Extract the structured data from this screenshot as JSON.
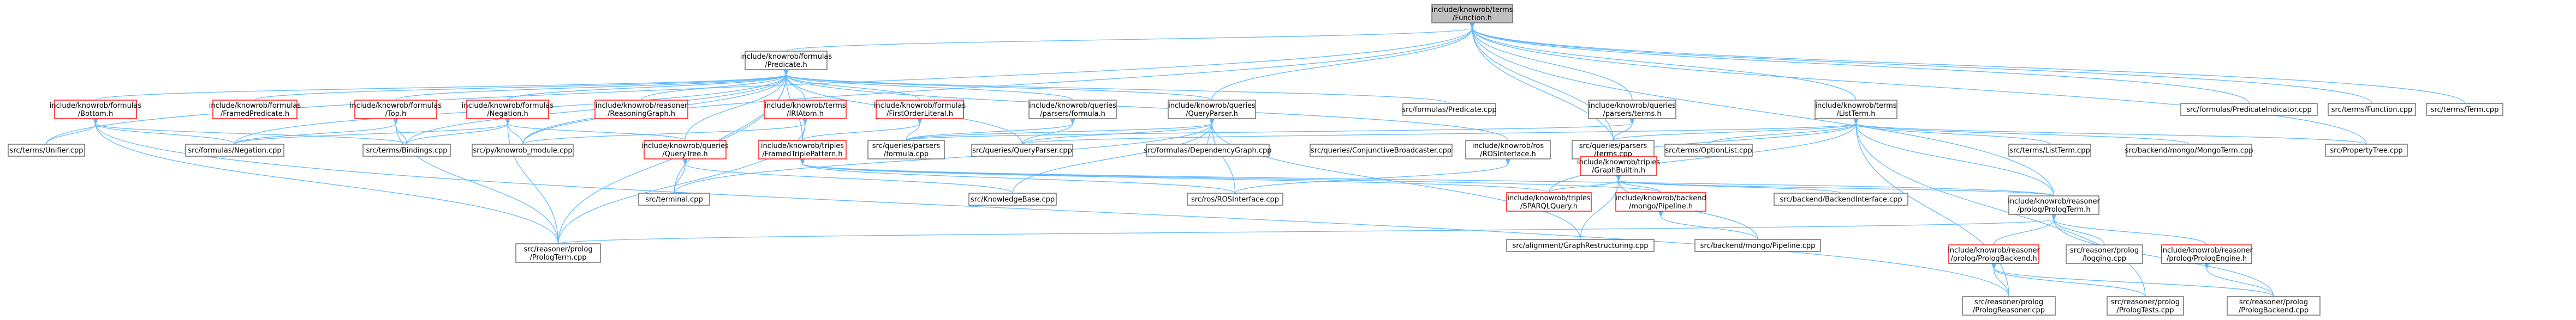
{
  "diagram": {
    "root_label": "include/knowrob/terms/Function.h",
    "nodes": [
      {
        "id": "function_h",
        "lines": [
          "include/knowrob/terms",
          "/Function.h"
        ],
        "style": "root"
      },
      {
        "id": "predicate_h",
        "lines": [
          "include/knowrob/formulas",
          "/Predicate.h"
        ],
        "style": "normal"
      },
      {
        "id": "bottom_h",
        "lines": [
          "include/knowrob/formulas",
          "/Bottom.h"
        ],
        "style": "red"
      },
      {
        "id": "framedpredicate_h",
        "lines": [
          "include/knowrob/formulas",
          "/FramedPredicate.h"
        ],
        "style": "red"
      },
      {
        "id": "top_h",
        "lines": [
          "include/knowrob/formulas",
          "/Top.h"
        ],
        "style": "red"
      },
      {
        "id": "negation_h",
        "lines": [
          "include/knowrob/formulas",
          "/Negation.h"
        ],
        "style": "red"
      },
      {
        "id": "reasoninggraph_h",
        "lines": [
          "include/knowrob/reasoner",
          "/ReasoningGraph.h"
        ],
        "style": "red"
      },
      {
        "id": "iri_atom_h",
        "lines": [
          "include/knowrob/terms",
          "/IRIAtom.h"
        ],
        "style": "red"
      },
      {
        "id": "firstorderliteral_h",
        "lines": [
          "include/knowrob/formulas",
          "/FirstOrderLiteral.h"
        ],
        "style": "red"
      },
      {
        "id": "parsers_formula_h",
        "lines": [
          "include/knowrob/queries",
          "/parsers/formula.h"
        ],
        "style": "normal"
      },
      {
        "id": "queryparser_h",
        "lines": [
          "include/knowrob/queries",
          "/QueryParser.h"
        ],
        "style": "normal"
      },
      {
        "id": "formulas_predicate_cpp",
        "lines": [
          "src/formulas/Predicate.cpp"
        ],
        "style": "normal"
      },
      {
        "id": "parsers_terms_h",
        "lines": [
          "include/knowrob/queries",
          "/parsers/terms.h"
        ],
        "style": "normal"
      },
      {
        "id": "listterm_h",
        "lines": [
          "include/knowrob/terms",
          "/ListTerm.h"
        ],
        "style": "normal"
      },
      {
        "id": "predicateindicator_cpp",
        "lines": [
          "src/formulas/PredicateIndicator.cpp"
        ],
        "style": "normal"
      },
      {
        "id": "terms_function_cpp",
        "lines": [
          "src/terms/Function.cpp"
        ],
        "style": "normal"
      },
      {
        "id": "terms_term_cpp",
        "lines": [
          "src/terms/Term.cpp"
        ],
        "style": "normal"
      },
      {
        "id": "terms_unifier_cpp",
        "lines": [
          "src/terms/Unifier.cpp"
        ],
        "style": "normal"
      },
      {
        "id": "formulas_negation_cpp",
        "lines": [
          "src/formulas/Negation.cpp"
        ],
        "style": "normal"
      },
      {
        "id": "terms_bindings_cpp",
        "lines": [
          "src/terms/Bindings.cpp"
        ],
        "style": "normal"
      },
      {
        "id": "py_knowrob_module_cpp",
        "lines": [
          "src/py/knowrob_module.cpp"
        ],
        "style": "normal"
      },
      {
        "id": "querytree_h",
        "lines": [
          "include/knowrob/queries",
          "/QueryTree.h"
        ],
        "style": "red"
      },
      {
        "id": "framedtriplepattern_h",
        "lines": [
          "include/knowrob/triples",
          "/FramedTriplePattern.h"
        ],
        "style": "red"
      },
      {
        "id": "queries_parsers_formula_cpp",
        "lines": [
          "src/queries/parsers",
          "/formula.cpp"
        ],
        "style": "normal"
      },
      {
        "id": "queries_queryparser_cpp",
        "lines": [
          "src/queries/QueryParser.cpp"
        ],
        "style": "normal"
      },
      {
        "id": "formulas_dependencygraph_cpp",
        "lines": [
          "src/formulas/DependencyGraph.cpp"
        ],
        "style": "normal"
      },
      {
        "id": "conjunctivebroadcaster_cpp",
        "lines": [
          "src/queries/ConjunctiveBroadcaster.cpp"
        ],
        "style": "normal"
      },
      {
        "id": "rosinterface_h",
        "lines": [
          "include/knowrob/ros",
          "/ROSInterface.h"
        ],
        "style": "normal"
      },
      {
        "id": "queries_parsers_terms_cpp",
        "lines": [
          "src/queries/parsers",
          "/terms.cpp"
        ],
        "style": "normal"
      },
      {
        "id": "terms_optionlist_cpp",
        "lines": [
          "src/terms/OptionList.cpp"
        ],
        "style": "normal"
      },
      {
        "id": "graphbuiltin_h",
        "lines": [
          "include/knowrob/triples",
          "/GraphBuiltin.h"
        ],
        "style": "red"
      },
      {
        "id": "terms_listterm_cpp",
        "lines": [
          "src/terms/ListTerm.cpp"
        ],
        "style": "normal"
      },
      {
        "id": "mongoterm_cpp",
        "lines": [
          "src/backend/mongo/MongoTerm.cpp"
        ],
        "style": "normal"
      },
      {
        "id": "propertytree_cpp",
        "lines": [
          "src/PropertyTree.cpp"
        ],
        "style": "normal"
      },
      {
        "id": "terminal_cpp",
        "lines": [
          "src/terminal.cpp"
        ],
        "style": "normal"
      },
      {
        "id": "knowledgebase_cpp",
        "lines": [
          "src/KnowledgeBase.cpp"
        ],
        "style": "normal"
      },
      {
        "id": "ros_rosinterface_cpp",
        "lines": [
          "src/ros/ROSInterface.cpp"
        ],
        "style": "normal"
      },
      {
        "id": "sparqlquery_h",
        "lines": [
          "include/knowrob/triples",
          "/SPARQLQuery.h"
        ],
        "style": "red"
      },
      {
        "id": "mongo_pipeline_h",
        "lines": [
          "include/knowrob/backend",
          "/mongo/Pipeline.h"
        ],
        "style": "red"
      },
      {
        "id": "backendinterface_cpp",
        "lines": [
          "src/backend/BackendInterface.cpp"
        ],
        "style": "normal"
      },
      {
        "id": "prologterm_h",
        "lines": [
          "include/knowrob/reasoner",
          "/prolog/PrologTerm.h"
        ],
        "style": "normal"
      },
      {
        "id": "graphrestructuring_cpp",
        "lines": [
          "src/alignment/GraphRestructuring.cpp"
        ],
        "style": "normal"
      },
      {
        "id": "mongo_pipeline_cpp",
        "lines": [
          "src/backend/mongo/Pipeline.cpp"
        ],
        "style": "normal"
      },
      {
        "id": "prologterm_cpp",
        "lines": [
          "src/reasoner/prolog",
          "/PrologTerm.cpp"
        ],
        "style": "normal"
      },
      {
        "id": "prologbackend_h",
        "lines": [
          "include/knowrob/reasoner",
          "/prolog/PrologBackend.h"
        ],
        "style": "red"
      },
      {
        "id": "prolog_logging_cpp",
        "lines": [
          "src/reasoner/prolog",
          "/logging.cpp"
        ],
        "style": "normal"
      },
      {
        "id": "prologengine_h",
        "lines": [
          "include/knowrob/reasoner",
          "/prolog/PrologEngine.h"
        ],
        "style": "red"
      },
      {
        "id": "prologreasoner_cpp",
        "lines": [
          "src/reasoner/prolog",
          "/PrologReasoner.cpp"
        ],
        "style": "normal"
      },
      {
        "id": "prologtests_cpp",
        "lines": [
          "src/reasoner/prolog",
          "/PrologTests.cpp"
        ],
        "style": "normal"
      },
      {
        "id": "prologbackend_cpp",
        "lines": [
          "src/reasoner/prolog",
          "/PrologBackend.cpp"
        ],
        "style": "normal"
      }
    ],
    "edges": [
      [
        "function_h",
        "predicate_h"
      ],
      [
        "function_h",
        "parsers_terms_h"
      ],
      [
        "function_h",
        "listterm_h"
      ],
      [
        "function_h",
        "predicateindicator_cpp"
      ],
      [
        "function_h",
        "terms_function_cpp"
      ],
      [
        "function_h",
        "terms_term_cpp"
      ],
      [
        "function_h",
        "terms_unifier_cpp"
      ],
      [
        "function_h",
        "queryparser_h"
      ],
      [
        "function_h",
        "graphbuiltin_h"
      ],
      [
        "function_h",
        "prologterm_h"
      ],
      [
        "function_h",
        "queries_parsers_terms_cpp"
      ],
      [
        "function_h",
        "propertytree_cpp"
      ],
      [
        "function_h",
        "py_knowrob_module_cpp"
      ],
      [
        "predicate_h",
        "bottom_h"
      ],
      [
        "predicate_h",
        "framedpredicate_h"
      ],
      [
        "predicate_h",
        "top_h"
      ],
      [
        "predicate_h",
        "negation_h"
      ],
      [
        "predicate_h",
        "reasoninggraph_h"
      ],
      [
        "predicate_h",
        "iri_atom_h"
      ],
      [
        "predicate_h",
        "firstorderliteral_h"
      ],
      [
        "predicate_h",
        "parsers_formula_h"
      ],
      [
        "predicate_h",
        "queryparser_h"
      ],
      [
        "predicate_h",
        "formulas_predicate_cpp"
      ],
      [
        "predicate_h",
        "terms_bindings_cpp"
      ],
      [
        "predicate_h",
        "py_knowrob_module_cpp"
      ],
      [
        "predicate_h",
        "formulas_negation_cpp"
      ],
      [
        "predicate_h",
        "querytree_h"
      ],
      [
        "predicate_h",
        "framedtriplepattern_h"
      ],
      [
        "predicate_h",
        "terminal_cpp"
      ],
      [
        "predicate_h",
        "prologterm_cpp"
      ],
      [
        "predicate_h",
        "queries_queryparser_cpp"
      ],
      [
        "predicate_h",
        "rosinterface_h"
      ],
      [
        "bottom_h",
        "terms_unifier_cpp"
      ],
      [
        "bottom_h",
        "formulas_negation_cpp"
      ],
      [
        "bottom_h",
        "terms_bindings_cpp"
      ],
      [
        "bottom_h",
        "prologterm_cpp"
      ],
      [
        "bottom_h",
        "prologreasoner_cpp"
      ],
      [
        "top_h",
        "formulas_negation_cpp"
      ],
      [
        "top_h",
        "terms_bindings_cpp"
      ],
      [
        "top_h",
        "prologterm_cpp"
      ],
      [
        "negation_h",
        "formulas_negation_cpp"
      ],
      [
        "negation_h",
        "py_knowrob_module_cpp"
      ],
      [
        "negation_h",
        "querytree_h"
      ],
      [
        "negation_h",
        "prologterm_cpp"
      ],
      [
        "negation_h",
        "terms_bindings_cpp"
      ],
      [
        "iri_atom_h",
        "py_knowrob_module_cpp"
      ],
      [
        "iri_atom_h",
        "framedtriplepattern_h"
      ],
      [
        "iri_atom_h",
        "prologterm_cpp"
      ],
      [
        "firstorderliteral_h",
        "framedtriplepattern_h"
      ],
      [
        "firstorderliteral_h",
        "queries_parsers_formula_cpp"
      ],
      [
        "parsers_formula_h",
        "queries_parsers_formula_cpp"
      ],
      [
        "parsers_formula_h",
        "queries_queryparser_cpp"
      ],
      [
        "queryparser_h",
        "queries_queryparser_cpp"
      ],
      [
        "queryparser_h",
        "formulas_dependencygraph_cpp"
      ],
      [
        "queryparser_h",
        "terminal_cpp"
      ],
      [
        "queryparser_h",
        "knowledgebase_cpp"
      ],
      [
        "queryparser_h",
        "ros_rosinterface_cpp"
      ],
      [
        "queryparser_h",
        "queries_parsers_formula_cpp"
      ],
      [
        "queryparser_h",
        "graphrestructuring_cpp"
      ],
      [
        "parsers_terms_h",
        "queries_parsers_terms_cpp"
      ],
      [
        "parsers_terms_h",
        "queries_parsers_formula_cpp"
      ],
      [
        "listterm_h",
        "terms_listterm_cpp"
      ],
      [
        "listterm_h",
        "mongoterm_cpp"
      ],
      [
        "listterm_h",
        "propertytree_cpp"
      ],
      [
        "listterm_h",
        "terms_optionlist_cpp"
      ],
      [
        "listterm_h",
        "graphbuiltin_h"
      ],
      [
        "listterm_h",
        "prologterm_h"
      ],
      [
        "listterm_h",
        "queries_parsers_terms_cpp"
      ],
      [
        "listterm_h",
        "prologreasoner_cpp"
      ],
      [
        "listterm_h",
        "prologtests_cpp"
      ],
      [
        "listterm_h",
        "sparqlquery_h"
      ],
      [
        "listterm_h",
        "queries_queryparser_cpp"
      ],
      [
        "querytree_h",
        "terminal_cpp"
      ],
      [
        "querytree_h",
        "knowledgebase_cpp"
      ],
      [
        "framedtriplepattern_h",
        "sparqlquery_h"
      ],
      [
        "framedtriplepattern_h",
        "mongo_pipeline_h"
      ],
      [
        "framedtriplepattern_h",
        "ros_rosinterface_cpp"
      ],
      [
        "framedtriplepattern_h",
        "prologterm_h"
      ],
      [
        "rosinterface_h",
        "ros_rosinterface_cpp"
      ],
      [
        "graphbuiltin_h",
        "sparqlquery_h"
      ],
      [
        "graphbuiltin_h",
        "mongo_pipeline_h"
      ],
      [
        "graphbuiltin_h",
        "backendinterface_cpp"
      ],
      [
        "graphbuiltin_h",
        "mongo_pipeline_cpp"
      ],
      [
        "graphbuiltin_h",
        "prologterm_h"
      ],
      [
        "graphbuiltin_h",
        "graphrestructuring_cpp"
      ],
      [
        "mongo_pipeline_h",
        "mongo_pipeline_cpp"
      ],
      [
        "prologterm_h",
        "prologterm_cpp"
      ],
      [
        "prologterm_h",
        "prologbackend_h"
      ],
      [
        "prologterm_h",
        "prolog_logging_cpp"
      ],
      [
        "prologterm_h",
        "prologengine_h"
      ],
      [
        "prologterm_h",
        "prologbackend_cpp"
      ],
      [
        "prologbackend_h",
        "prologreasoner_cpp"
      ],
      [
        "prologbackend_h",
        "prologtests_cpp"
      ],
      [
        "prologbackend_h",
        "prologbackend_cpp"
      ],
      [
        "prologengine_h",
        "prologbackend_cpp"
      ]
    ],
    "colors": {
      "edge": "#63b8ff",
      "border_normal": "#666666",
      "border_red": "#ff0000",
      "root_fill": "#bfbfbf",
      "node_fill": "#ffffff",
      "text": "#000000"
    }
  }
}
